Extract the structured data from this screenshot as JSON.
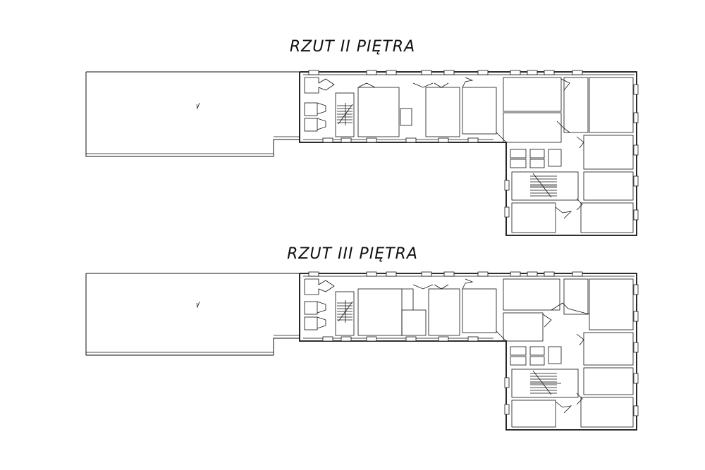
{
  "floors": [
    {
      "id": "second-floor",
      "title": "RZUT II PIĘTRA"
    },
    {
      "id": "third-floor",
      "title": "RZUT III PIĘTRA"
    }
  ],
  "colors": {
    "line": "#111111",
    "background": "#ffffff"
  }
}
